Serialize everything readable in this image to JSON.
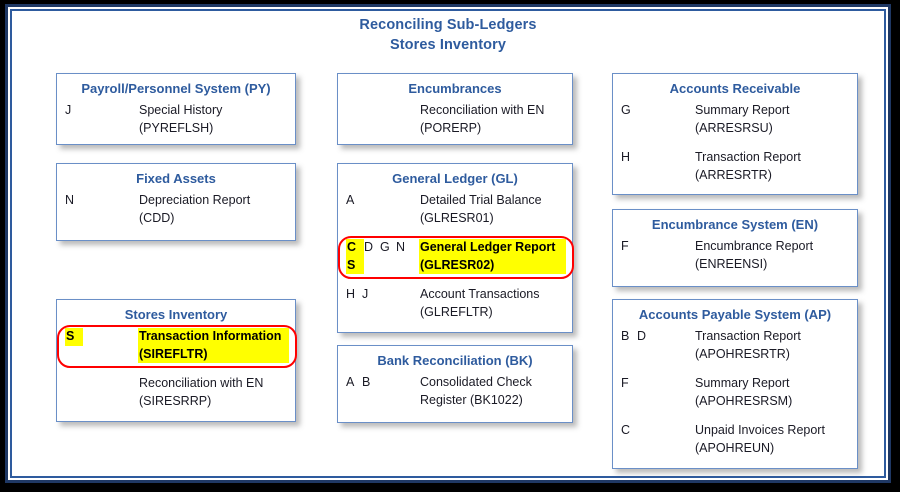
{
  "title": {
    "line1": "Reconciling Sub-Ledgers",
    "line2": "Stores Inventory"
  },
  "colors": {
    "frame_border": "#1F3864",
    "frame_inner_border": "#2E5B9E",
    "box_border": "#6A8FC7",
    "heading_text": "#2E5B9E",
    "body_text": "#1a1a25",
    "highlight_fill": "#FFFF00",
    "highlight_ring": "#FF0000",
    "page_background": "#FFFFFF",
    "canvas_background": "#000000"
  },
  "columns": [
    {
      "name": "left-column",
      "boxes": [
        {
          "id": "payroll-personnel-system",
          "heading": "Payroll/Personnel System (PY)",
          "rows": [
            {
              "codes": [
                "J"
              ],
              "codes_line2": [],
              "line1": "Special History",
              "line2": "(PYREFLSH)",
              "highlighted": false
            }
          ]
        },
        {
          "id": "fixed-assets",
          "heading": "Fixed Assets",
          "rows": [
            {
              "codes": [
                "N"
              ],
              "codes_line2": [],
              "line1": "Depreciation Report",
              "line2": "(CDD)",
              "highlighted": false
            }
          ]
        },
        {
          "id": "stores-inventory",
          "heading": "Stores Inventory",
          "rows": [
            {
              "codes": [
                "S"
              ],
              "codes_line2": [],
              "line1": "Transaction Information",
              "line2": "(SIREFLTR)",
              "highlighted": true,
              "highlighted_codes": [
                "S"
              ]
            },
            {
              "codes": [],
              "codes_line2": [],
              "line1": "Reconciliation with EN",
              "line2": "(SIRESRRP)",
              "highlighted": false
            }
          ]
        }
      ]
    },
    {
      "name": "middle-column",
      "boxes": [
        {
          "id": "encumbrances",
          "heading": "Encumbrances",
          "rows": [
            {
              "codes": [],
              "codes_line2": [],
              "line1": "Reconciliation with EN",
              "line2": "(PORERP)",
              "highlighted": false
            }
          ]
        },
        {
          "id": "general-ledger",
          "heading": "General Ledger (GL)",
          "rows": [
            {
              "codes": [
                "A"
              ],
              "codes_line2": [],
              "line1": "Detailed Trial Balance",
              "line2": "(GLRESR01)",
              "highlighted": false
            },
            {
              "codes": [
                "C",
                "D",
                "G",
                "N"
              ],
              "codes_line2": [
                "S"
              ],
              "line1": "General Ledger Report",
              "line2": "(GLRESR02)",
              "highlighted": true,
              "highlighted_codes": [
                "C",
                "S"
              ]
            },
            {
              "codes": [
                "H",
                "J"
              ],
              "codes_line2": [],
              "line1": "Account Transactions",
              "line2": "(GLREFLTR)",
              "highlighted": false
            }
          ]
        },
        {
          "id": "bank-reconciliation",
          "heading": "Bank Reconciliation (BK)",
          "rows": [
            {
              "codes": [
                "A",
                "B"
              ],
              "codes_line2": [],
              "line1": "Consolidated Check",
              "line2": "Register (BK1022)",
              "highlighted": false
            }
          ]
        }
      ]
    },
    {
      "name": "right-column",
      "boxes": [
        {
          "id": "accounts-receivable",
          "heading": "Accounts Receivable",
          "rows": [
            {
              "codes": [
                "G"
              ],
              "codes_line2": [],
              "line1": "Summary Report",
              "line2": "(ARRESRSU)",
              "highlighted": false
            },
            {
              "codes": [
                "H"
              ],
              "codes_line2": [],
              "line1": "Transaction Report",
              "line2": "(ARRESRTR)",
              "highlighted": false
            }
          ]
        },
        {
          "id": "encumbrance-system",
          "heading": "Encumbrance System (EN)",
          "rows": [
            {
              "codes": [
                "F"
              ],
              "codes_line2": [],
              "line1": "Encumbrance Report",
              "line2": "(ENREENSI)",
              "highlighted": false
            }
          ]
        },
        {
          "id": "accounts-payable-system",
          "heading": "Accounts Payable System (AP)",
          "rows": [
            {
              "codes": [
                "B",
                "D"
              ],
              "codes_line2": [],
              "line1": "Transaction Report",
              "line2": "(APOHRESRTR)",
              "highlighted": false
            },
            {
              "codes": [
                "F"
              ],
              "codes_line2": [],
              "line1": "Summary Report",
              "line2": "(APOHRESRSM)",
              "highlighted": false
            },
            {
              "codes": [
                "C"
              ],
              "codes_line2": [],
              "line1": "Unpaid Invoices Report",
              "line2": "(APOHREUN)",
              "highlighted": false
            }
          ]
        }
      ]
    }
  ]
}
